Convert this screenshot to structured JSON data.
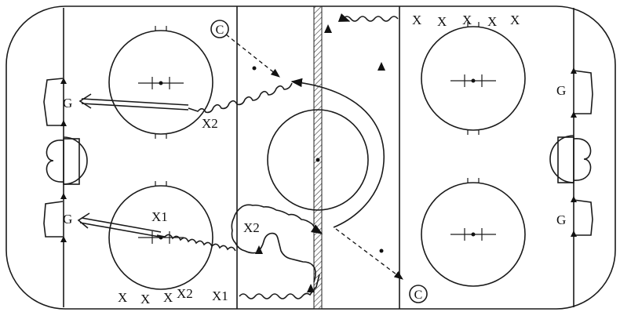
{
  "diagram": {
    "labels": {
      "coach_top": "C",
      "coach_bottom": "C",
      "queue_top": [
        "X",
        "X",
        "X",
        "X",
        "X"
      ],
      "queue_bottom": [
        "X",
        "X",
        "X",
        "X2",
        "X1"
      ],
      "x2_top": "X2",
      "x1_mid": "X1",
      "x2_mid": "X2",
      "goalie_left_top": "G",
      "goalie_left_bottom": "G",
      "goalie_right_top": "G",
      "goalie_right_bottom": "G"
    },
    "pylon_count": 4,
    "pucks": 3
  }
}
